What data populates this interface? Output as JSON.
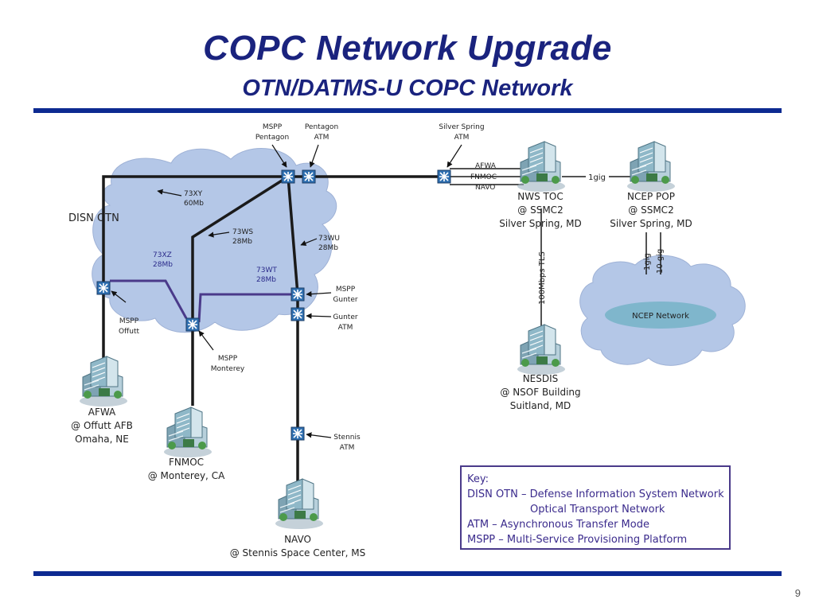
{
  "title": "COPC Network Upgrade",
  "subtitle": "OTN/DATMS-U COPC Network",
  "page_number": "9",
  "clouds": {
    "disn": "DISN OTN",
    "ncep": "NCEP Network"
  },
  "nodes": {
    "mspp_pentagon": [
      "MSPP",
      "Pentagon"
    ],
    "pentagon_atm": [
      "Pentagon",
      "ATM"
    ],
    "silver_spring_atm": [
      "Silver Spring",
      "ATM"
    ],
    "mspp_offutt": [
      "MSPP",
      "Offutt"
    ],
    "mspp_monterey": [
      "MSPP",
      "Monterey"
    ],
    "mspp_gunter": [
      "MSPP",
      "Gunter"
    ],
    "gunter_atm": [
      "Gunter",
      "ATM"
    ],
    "stennis_atm": [
      "Stennis",
      "ATM"
    ]
  },
  "circuits": {
    "c73xy": [
      "73XY",
      "60Mb"
    ],
    "c73ws": [
      "73WS",
      "28Mb"
    ],
    "c73wu": [
      "73WU",
      "28Mb"
    ],
    "c73xz": [
      "73XZ",
      "28Mb"
    ],
    "c73wt": [
      "73WT",
      "28Mb"
    ]
  },
  "atm_feeds": [
    "AFWA",
    "FNMOC",
    "NAVO"
  ],
  "links": {
    "nws_ncep": "1gig",
    "nws_nesdis": "100Mbps TLS",
    "ncep_1gig": "1gig",
    "ncep_10gig": "10 gig"
  },
  "sites": {
    "nws_toc": [
      "NWS TOC",
      "@ SSMC2",
      "Silver Spring, MD"
    ],
    "ncep_pop": [
      "NCEP POP",
      "@ SSMC2",
      "Silver Spring, MD"
    ],
    "nesdis": [
      "NESDIS",
      "@ NSOF Building",
      "Suitland, MD"
    ],
    "afwa": [
      "AFWA",
      "@ Offutt AFB",
      "Omaha, NE"
    ],
    "fnmoc": [
      "FNMOC",
      "@ Monterey, CA"
    ],
    "navo": [
      "NAVO",
      "@ Stennis Space Center, MS"
    ]
  },
  "key": {
    "heading": "Key:",
    "lines": [
      "DISN OTN – Defense Information System Network",
      "Optical Transport Network",
      "ATM – Asynchronous Transfer Mode",
      "MSPP – Multi-Service Provisioning Platform"
    ]
  }
}
